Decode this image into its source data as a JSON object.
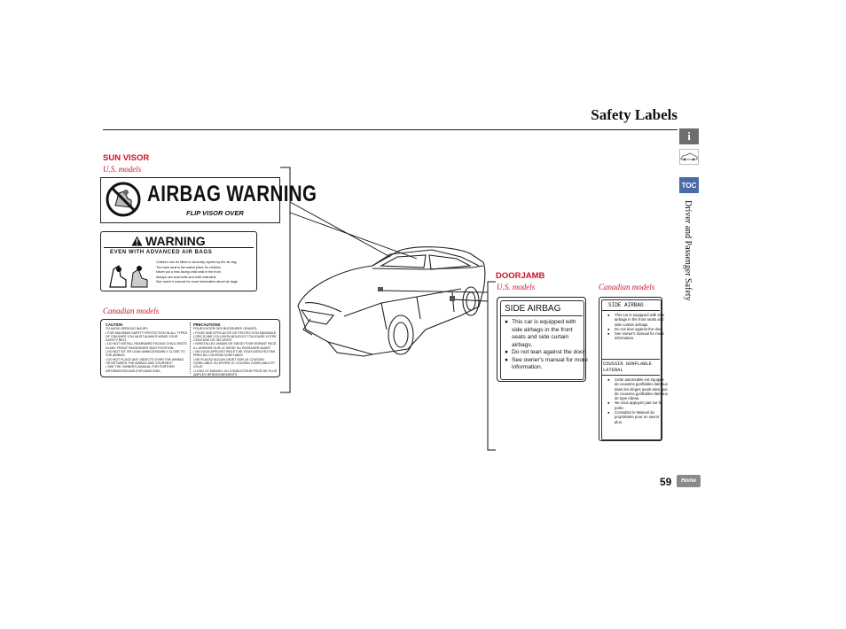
{
  "header": {
    "title": "Safety Labels"
  },
  "sidebar": {
    "info_glyph": "i",
    "toc": "TOC",
    "section": "Driver and Passenger Safety"
  },
  "sun_visor": {
    "heading": "SUN VISOR",
    "us_models": "U.S. models",
    "canadian_models": "Canadian models",
    "airbag_warning": "AIRBAG WARNING",
    "flip_visor": "FLIP VISOR OVER",
    "warning": "WARNING",
    "even_with": "EVEN WITH ADVANCED AIR BAGS",
    "bullets": [
      "Children can be killed or seriously injured by the air bag",
      "The back seat is the safest place for children",
      "Never put a rear-facing child seat in the front",
      "Always use seat belts and child restraints",
      "See owner's manual for more information about air bags"
    ],
    "caution_head": "CAUTION",
    "caution_lines": [
      "TO AVOID SERIOUS INJURY:",
      "• FOR MAXIMUM SAFETY PROTECTION IN ALL TYPES OF CRASHES YOU MUST ALWAYS WEAR YOUR SAFETY BELT.",
      "• DO NOT INSTALL REARWARD FACING CHILD SEATS IN ANY FRONT PASSENGER SEAT POSITION.",
      "• DO NOT SIT OR LEAN UNNECESSARILY CLOSE TO THE AIRBAG.",
      "• DO NOT PLACE ANY OBJECTS OVER THE AIRBAG OR BETWEEN THE AIRBAG AND YOURSELF.",
      "• SEE THE OWNER'S MANUAL FOR FURTHER INFORMATION AND EXPLANATIONS."
    ],
    "precautions_head": "PRECAUTIONS",
    "precautions_lines": [
      "POUR EVITER DES BLESSURES GRAVES:",
      "• POUR UNE EFFICACITE DE PROTECTION MAXIMALE LORS D'UNE COLLISION BOUCLEZ TOUJOURS VOTRE CEINTURE DE SECURITE.",
      "• N'INSTALLEZ JAMAIS DE SIEGE POUR ENFANT FACE A L'ARRIERE SUR LE SIEGE DU PASSAGER AVANT.",
      "• NE VOUS APPUYEZ PAS ET NE VOUS ASSOYEZ PAS PRES DU COUSSIN GONFLABLE.",
      "• NE PLACEZ AUCUN OBJET SUR LE COUSSIN GONFLABLE OU ENTRE LE COUSSIN GONFLABLE ET VOUS.",
      "• LISEZ LE MANUEL DU CONDUCTEUR POUR DE PLUS AMPLES RENSEIGNEMENTS."
    ]
  },
  "doorjamb": {
    "heading": "DOORJAMB",
    "us_models": "U.S. models",
    "canadian_models": "Canadian models",
    "us_title": "SIDE AIRBAG",
    "us_bullets": [
      "This car is equipped with side airbags in the front seats and side curtain airbags.",
      "Do not lean against the door.",
      "See owner's manual for more information."
    ],
    "ca_title": "SIDE AIRBAG",
    "ca_bullets": [
      "This car is equipped with side airbags in the front seats and side curtain airbags.",
      "Do not lean against the door.",
      "See owner's manual for more information."
    ],
    "ca_fr_title_1": "COUSSIN GONFLABLE",
    "ca_fr_title_2": "LATERAL",
    "ca_fr_bullets": [
      "Cette automobile est équipée de coussins gonflables latéraux dans les sièges avant ainsi que de coussins gonflables latéraux de type rideau.",
      "Ne vous appuyez pas sur la porte.",
      "Consultez le Manuel du propriétaire pour en savoir plus."
    ]
  },
  "footer": {
    "page_number": "59",
    "home": "Home"
  }
}
